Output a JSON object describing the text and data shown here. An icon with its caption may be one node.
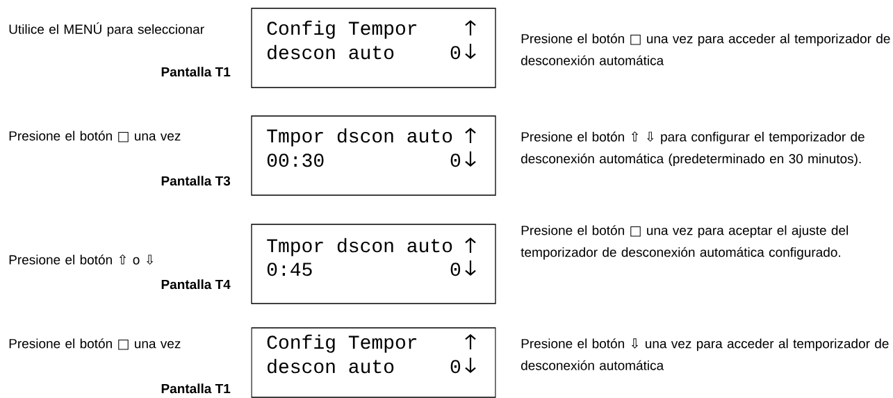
{
  "diagram": {
    "nodes": [
      {
        "text": [
          "Config Tempor",
          "descon auto",
          "0"
        ],
        "beside": [
          "Utilice el MENÚ para seleccionar",
          "Pantalla T1",
          "Presione el botón □ una vez para acceder al temporizador de desconexión automática"
        ]
      },
      {
        "text": [
          "Tmpor dscon auto",
          "00:30",
          "0"
        ],
        "beside": [
          "Presione el botón □ una vez",
          "Pantalla T3",
          "Presione el botón ⇧ ⇩ para configurar el temporizador de desconexión automática (predeterminado en 30 minutos)."
        ]
      },
      {
        "text": [
          "Tmpor dscon auto",
          "0:45",
          "0"
        ],
        "beside": [
          "Presione el botón ⇧ o ⇩",
          "Pantalla T4",
          "Presione el botón □ una vez para aceptar el ajuste del temporizador de desconexión automática configurado."
        ]
      },
      {
        "text": [
          "Config Tempor",
          "descon auto",
          "0"
        ],
        "beside": [
          "Presione el botón □ una vez",
          "Pantalla T1",
          "Presione el botón ⇩ una vez para acceder al temporizador de desconexión automática"
        ]
      }
    ]
  }
}
